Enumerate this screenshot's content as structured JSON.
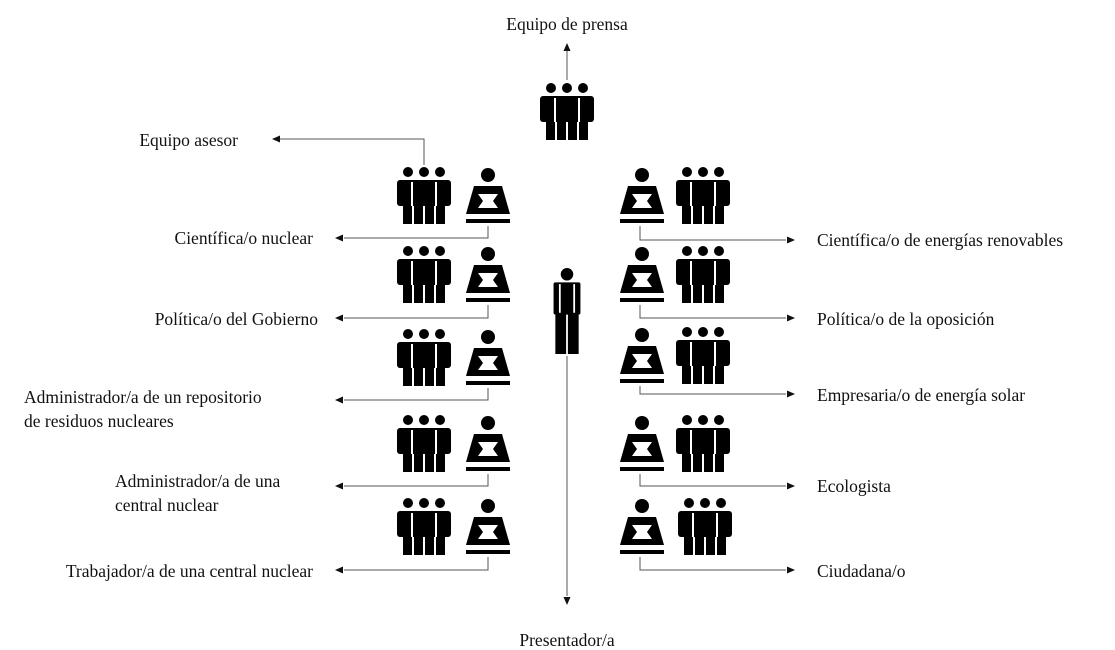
{
  "center": {
    "top_label": "Equipo de prensa",
    "bottom_label": "Presentador/a",
    "icon": "standing-person-icon",
    "team_icon": "group-of-three-icon"
  },
  "left_advisor_label": "Equipo asesor",
  "left_roles": [
    {
      "lines": [
        "Científica/o nuclear"
      ]
    },
    {
      "lines": [
        "Política/o del Gobierno"
      ]
    },
    {
      "lines": [
        "Administrador/a de un repositorio",
        "de residuos nucleares"
      ]
    },
    {
      "lines": [
        "Administrador/a de una",
        "central nuclear"
      ]
    },
    {
      "lines": [
        "Trabajador/a de una central nuclear"
      ]
    }
  ],
  "right_roles": [
    {
      "lines": [
        "Científica/o de energías renovables"
      ]
    },
    {
      "lines": [
        "Política/o de la oposición"
      ]
    },
    {
      "lines": [
        "Empresaria/o de energía solar"
      ]
    },
    {
      "lines": [
        "Ecologista"
      ]
    },
    {
      "lines": [
        "Ciudadana/o"
      ]
    }
  ],
  "icons": {
    "team": "group-of-three-icon",
    "speaker": "seated-speaker-icon"
  }
}
